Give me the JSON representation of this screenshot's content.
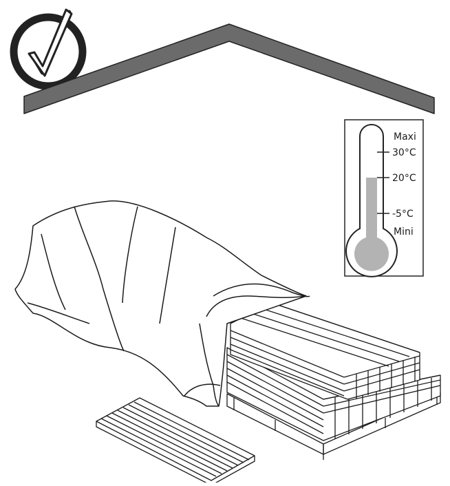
{
  "thermometer": {
    "labels": {
      "max": "Maxi",
      "t30": "30°C",
      "t20": "20°C",
      "tm5": "-5°C",
      "min": "Mini"
    }
  },
  "colors": {
    "roof": "#6b6b6b",
    "check_ring": "#222222",
    "mercury": "#b3b3b3",
    "line": "#1a1a1a"
  }
}
